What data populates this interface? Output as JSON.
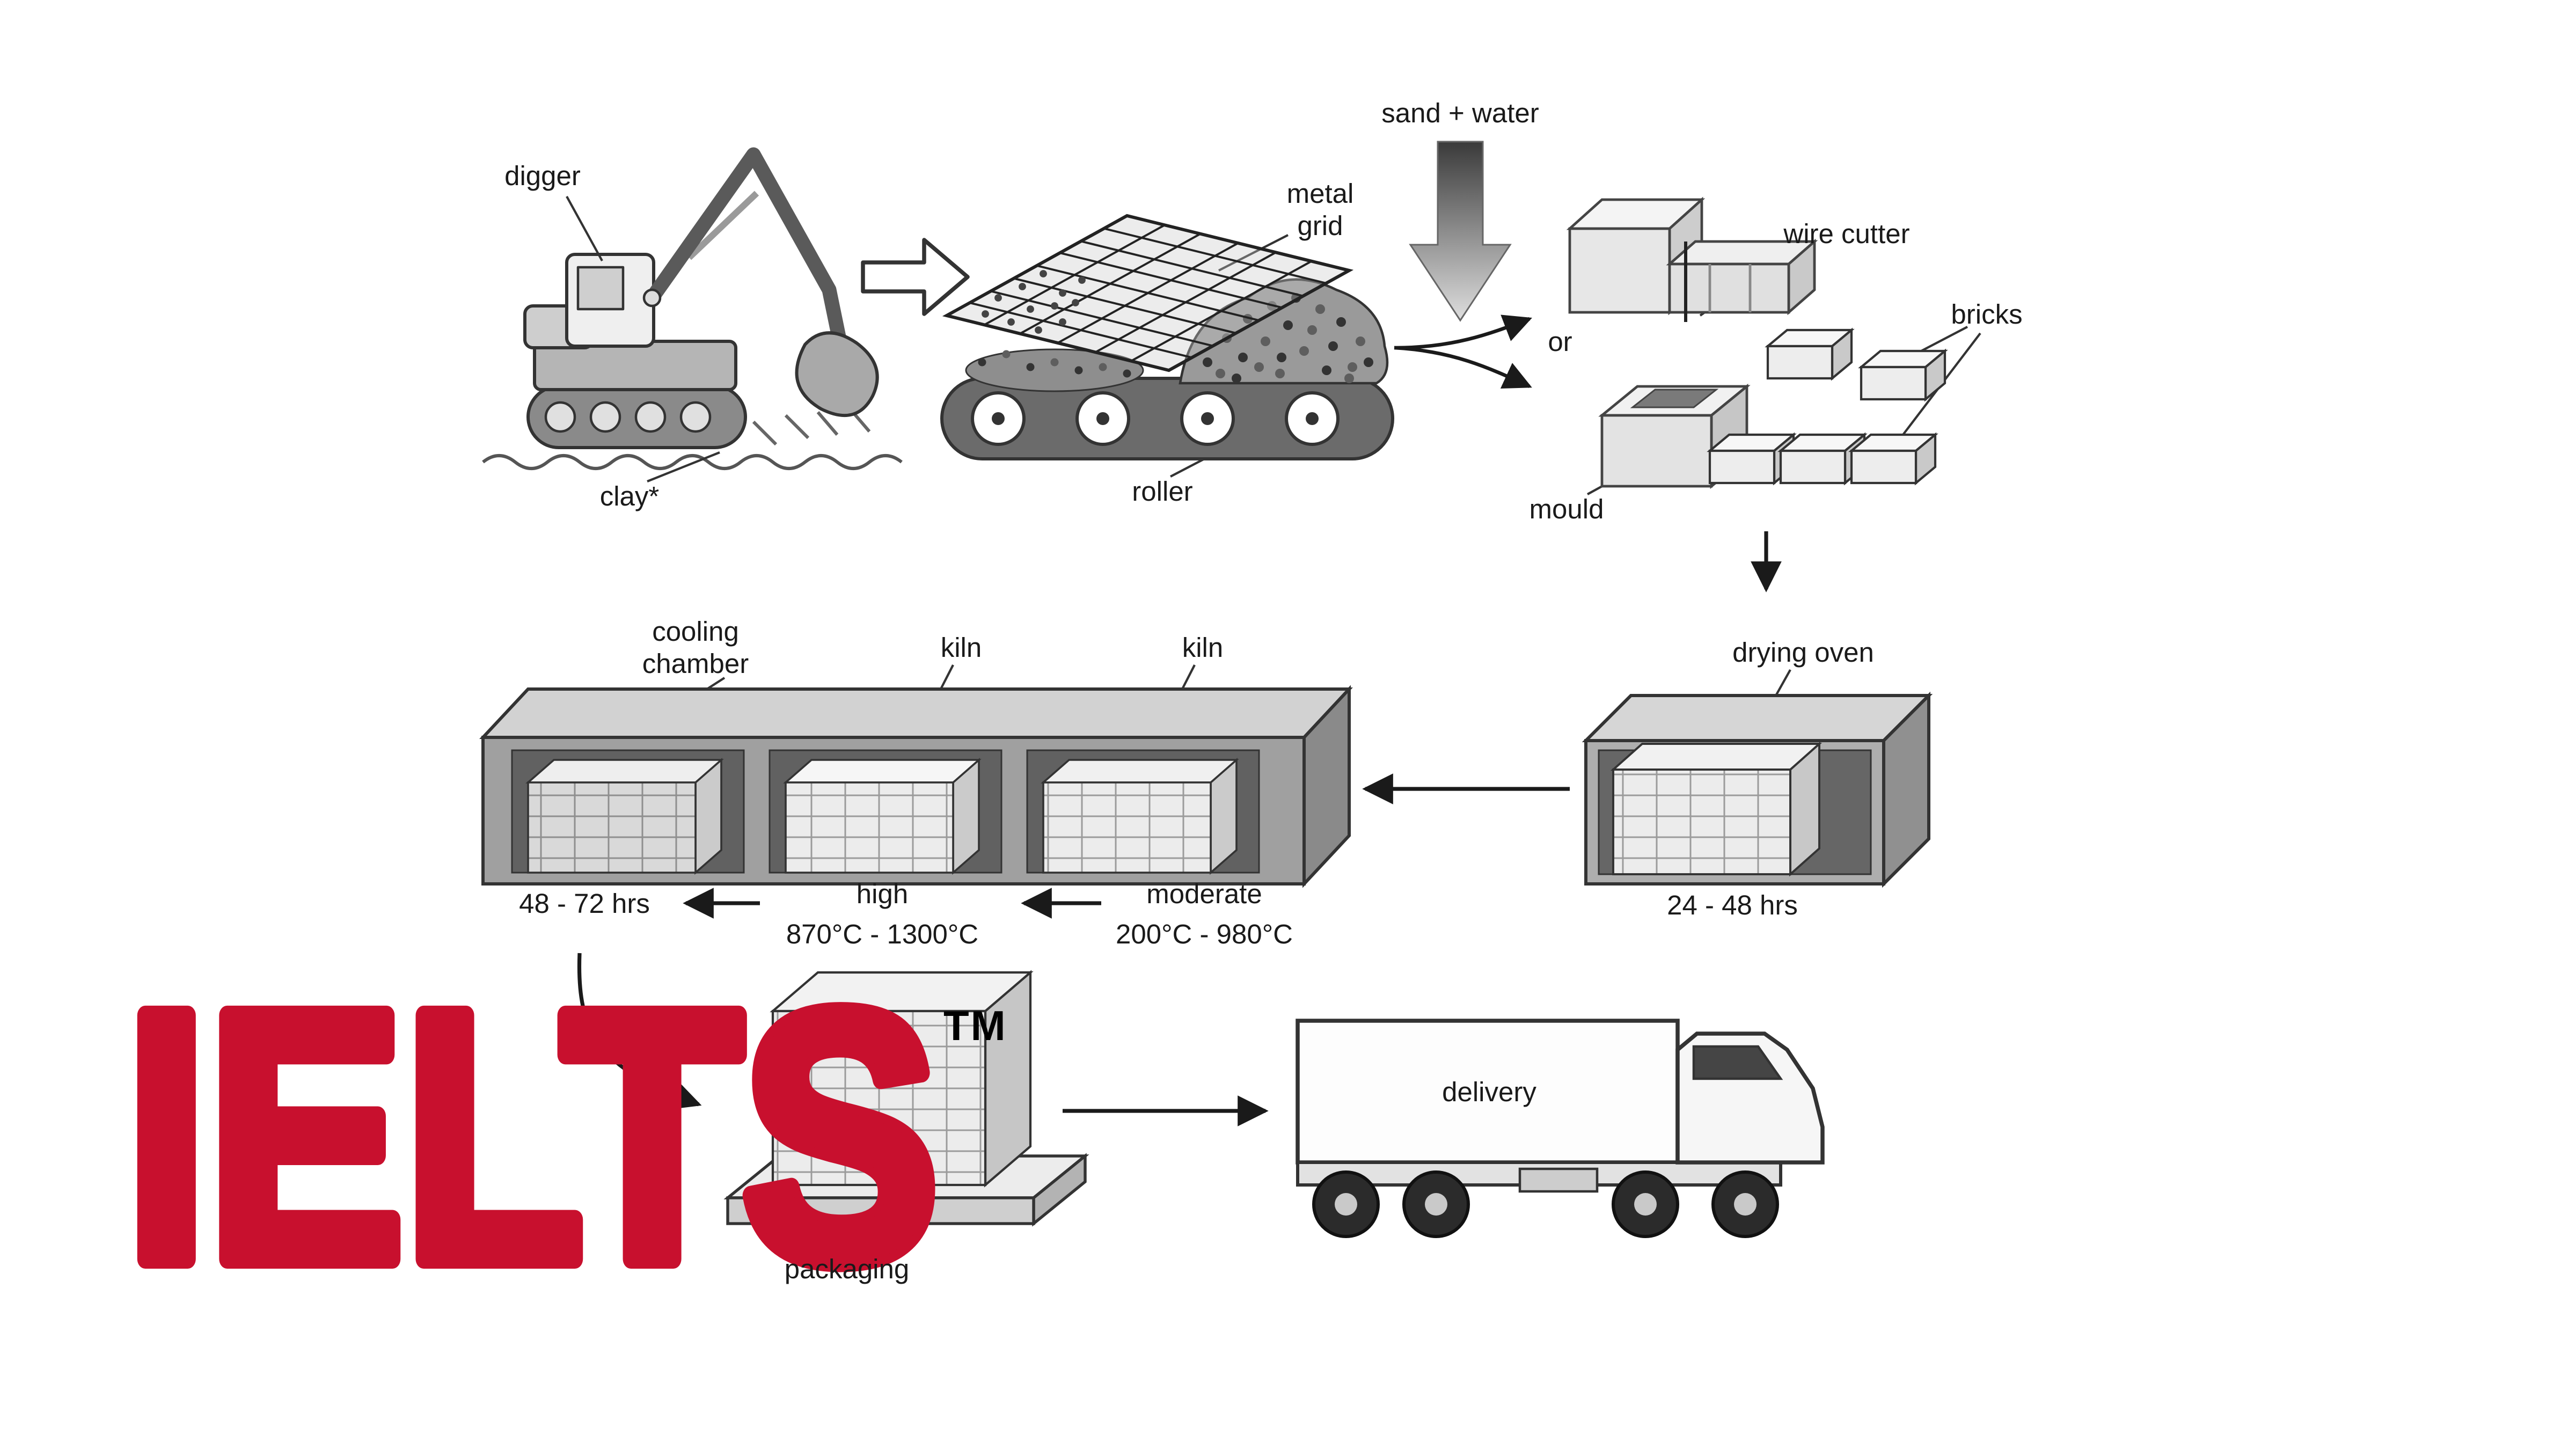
{
  "logo": {
    "text": "IELTS",
    "trademark": "TM",
    "color": "#c8102e"
  },
  "diagram": {
    "labels": {
      "digger": "digger",
      "clay": "clay*",
      "metal_grid": "metal grid",
      "roller": "roller",
      "sand_water": "sand + water",
      "or": "or",
      "wire_cutter": "wire cutter",
      "bricks": "bricks",
      "mould": "mould",
      "drying_oven": "drying oven",
      "drying_time": "24 - 48 hrs",
      "cooling_chamber": "cooling chamber",
      "kiln_1": "kiln",
      "kiln_2": "kiln",
      "cooling_time": "48 - 72 hrs",
      "high": "high",
      "high_temp": "870°C - 1300°C",
      "moderate": "moderate",
      "moderate_temp": "200°C - 980°C",
      "packaging": "packaging",
      "delivery": "delivery"
    }
  }
}
